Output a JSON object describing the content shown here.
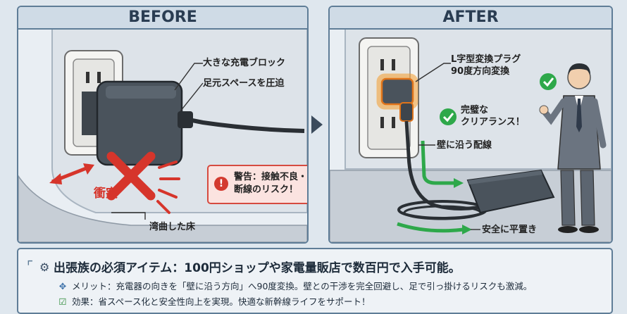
{
  "before": {
    "title": "BEFORE",
    "label_block": "大きな充電ブロック",
    "label_space": "足元スペースを圧迫",
    "label_collision": "衝突",
    "warning_line1": "警告：接触不良・",
    "warning_line2": "断線のリスク！",
    "warning_mark": "!",
    "label_floor": "湾曲した床"
  },
  "after": {
    "title": "AFTER",
    "label_plug_line1": "L字型変換プラグ",
    "label_plug_line2": "90度方向変換",
    "label_clear_line1": "完璧な",
    "label_clear_line2": "クリアランス！",
    "label_wall": "壁に沿う配線",
    "label_flat": "安全に平置き"
  },
  "summary": {
    "headline": "出張族の必須アイテム：100円ショップや家電量販店で数百円で入手可能。",
    "merit_icon": "arrows-icon",
    "merit": "メリット：充電器の向きを「壁に沿う方向」へ90度変換。壁との干渉を完全回避し、足で引っ掛けるリスクも激減。",
    "effect_icon": "checkbox-icon",
    "effect": "効果：省スペース化と安全性向上を実現。快適な新幹線ライフをサポート！"
  },
  "colors": {
    "accent_red": "#d6352b",
    "accent_green": "#2ea84a",
    "plug_glow": "#f39a2b",
    "frame": "#5f7d97"
  }
}
